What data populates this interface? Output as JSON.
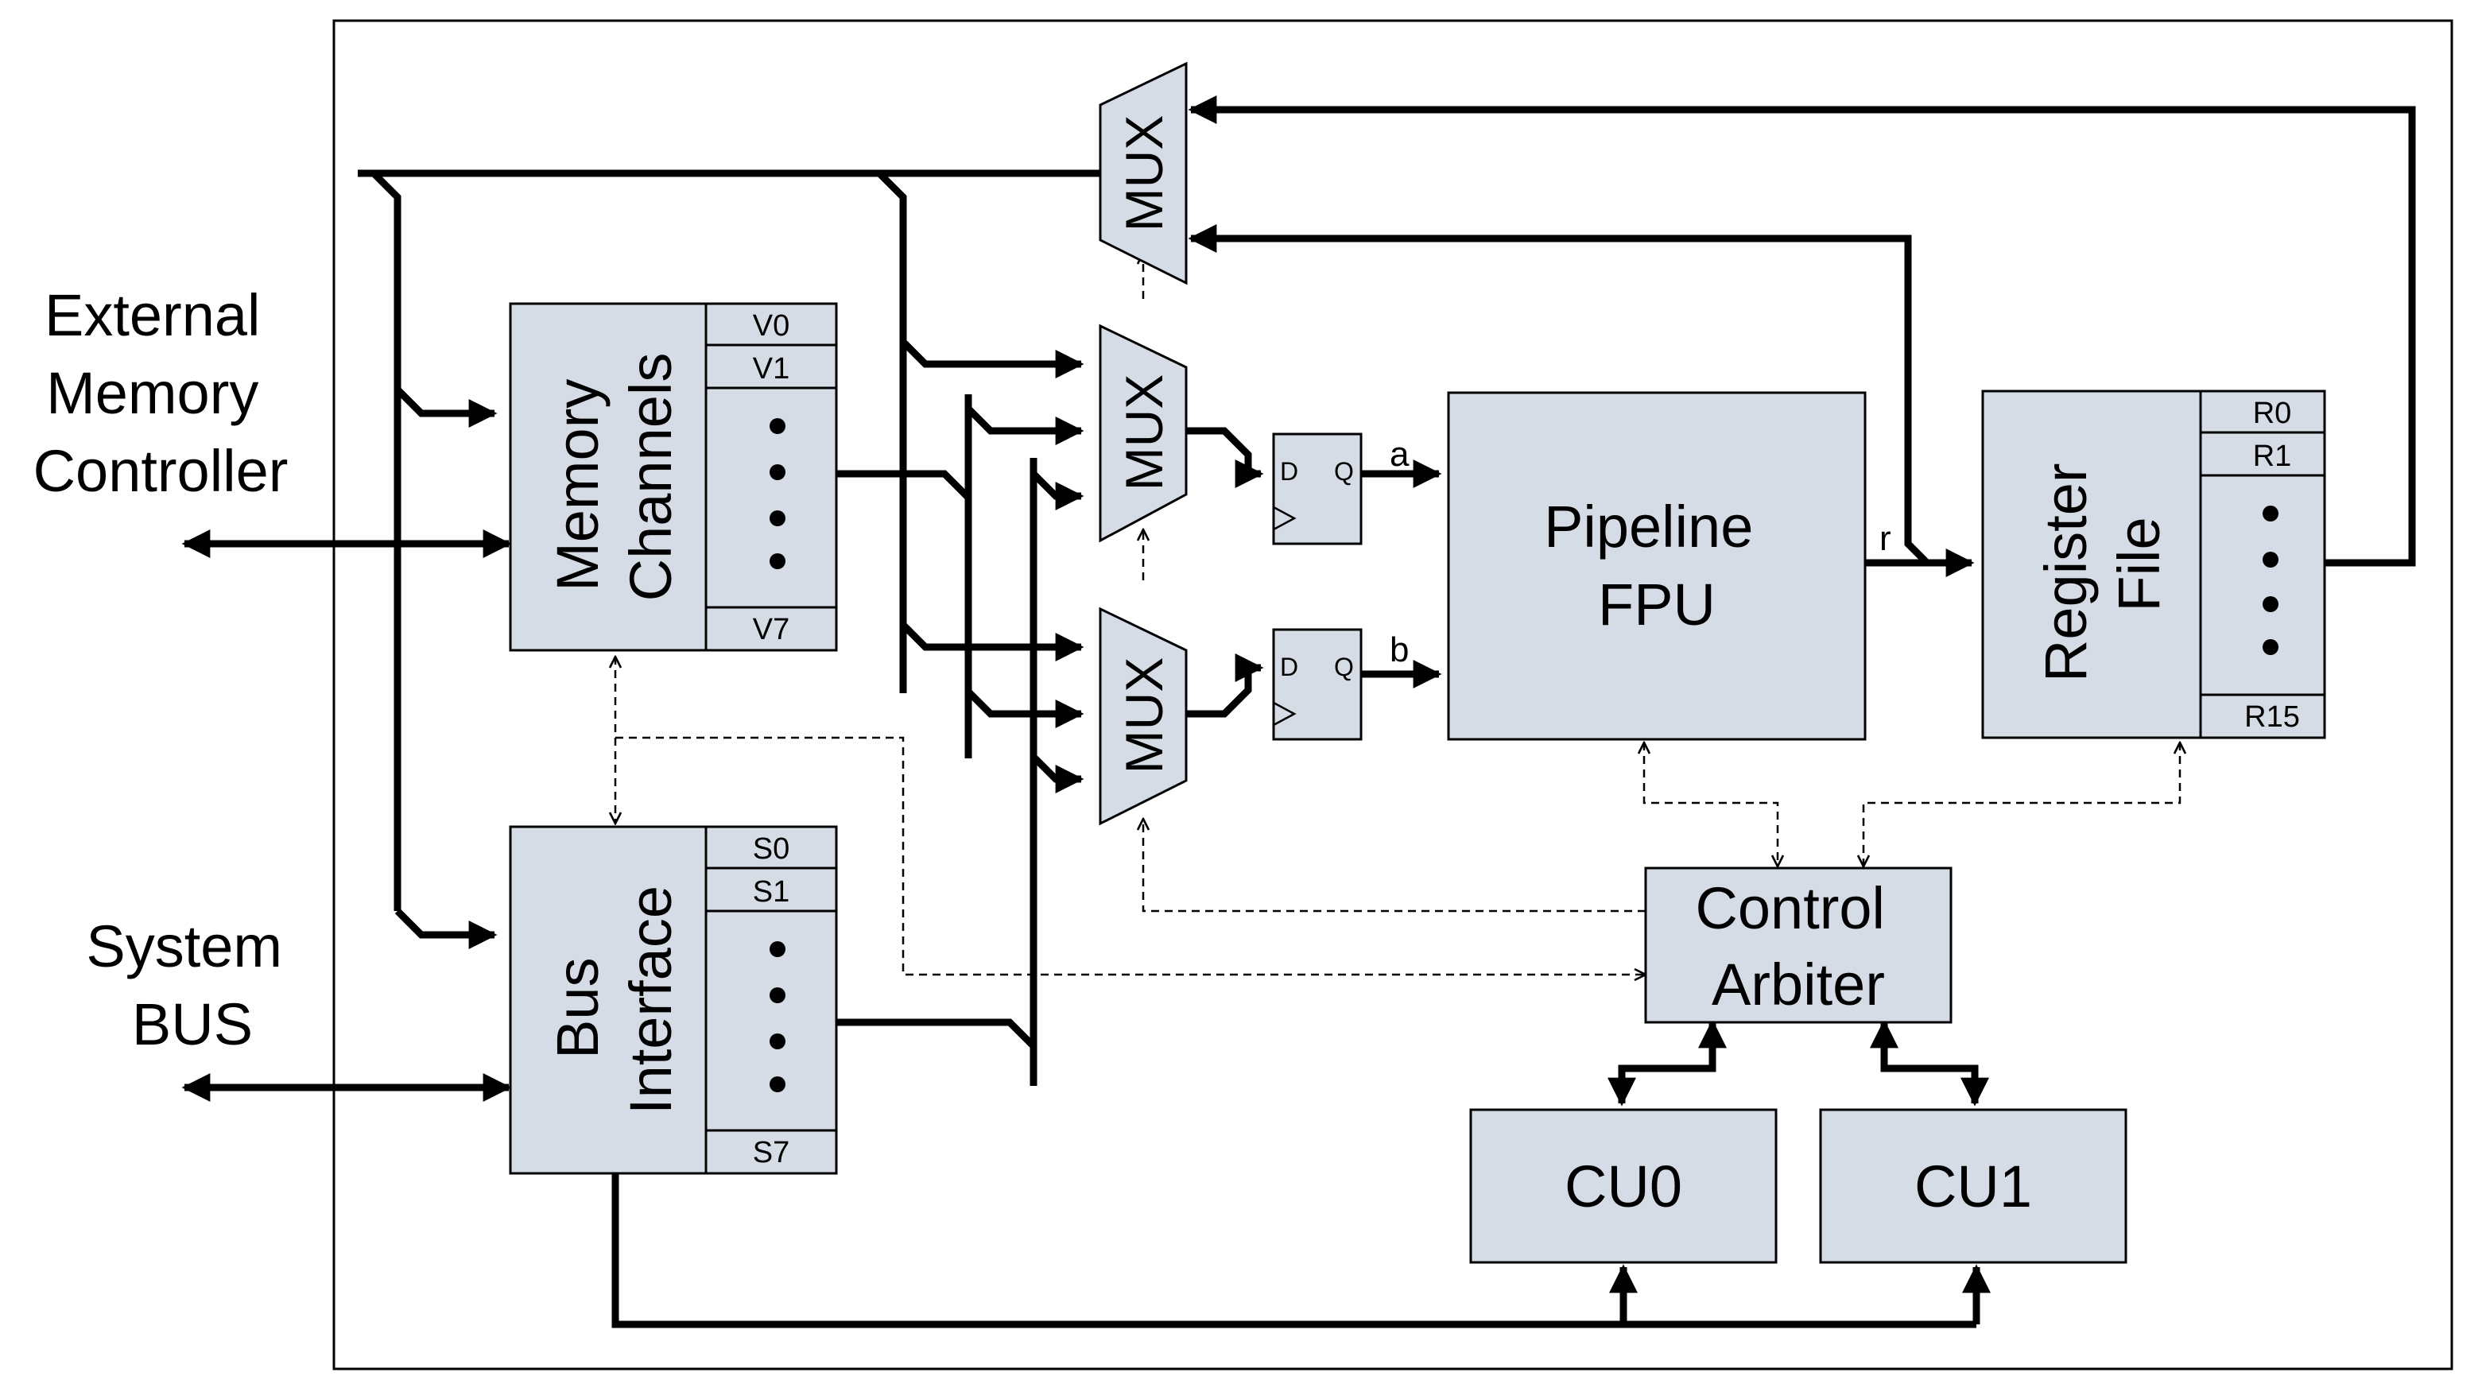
{
  "labels": {
    "external_memory_controller": [
      "External",
      "Memory",
      "Controller"
    ],
    "system_bus": [
      "System",
      "BUS"
    ]
  },
  "blocks": {
    "memory_channels": {
      "lines": [
        "Memory",
        "Channels"
      ],
      "slots": [
        "V0",
        "V1",
        "V7"
      ]
    },
    "bus_interface": {
      "lines": [
        "Bus",
        "Interface"
      ],
      "slots": [
        "S0",
        "S1",
        "S7"
      ]
    },
    "register_file": {
      "lines": [
        "Register",
        "File"
      ],
      "slots": [
        "R0",
        "R1",
        "R15"
      ]
    },
    "pipeline_fpu": {
      "lines": [
        "Pipeline",
        "FPU"
      ]
    },
    "control_arbiter": {
      "lines": [
        "Control",
        "Arbiter"
      ]
    },
    "cu0": {
      "label": "CU0"
    },
    "cu1": {
      "label": "CU1"
    },
    "mux": {
      "label": "MUX"
    },
    "flipflop": {
      "d": "D",
      "q": "Q"
    }
  },
  "signals": {
    "a": "a",
    "b": "b",
    "r": "r"
  },
  "colors": {
    "block_fill": "#d6dce5",
    "stroke": "#000000"
  }
}
